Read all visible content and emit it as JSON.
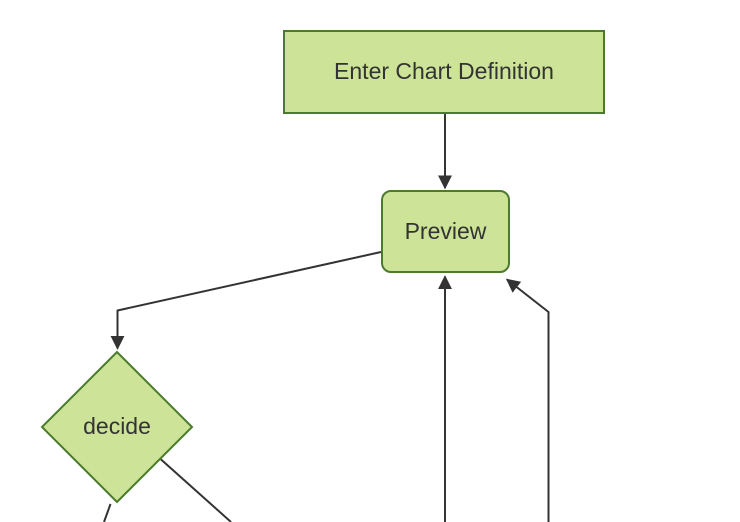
{
  "diagram": {
    "type": "flowchart",
    "orientation": "top-down",
    "nodes": [
      {
        "id": "enter-chart-definition",
        "label": "Enter Chart Definition",
        "shape": "rectangle"
      },
      {
        "id": "preview",
        "label": "Preview",
        "shape": "rounded-rectangle"
      },
      {
        "id": "decide",
        "label": "decide",
        "shape": "diamond"
      }
    ],
    "edges": [
      {
        "from": "enter-chart-definition",
        "to": "preview",
        "arrowhead": true
      },
      {
        "from": "preview",
        "to": "decide",
        "arrowhead": true
      },
      {
        "from": "offscreen-bottom",
        "to": "preview",
        "arrowhead": true
      },
      {
        "from": "offscreen-bottom-right",
        "to": "preview",
        "arrowhead": true
      },
      {
        "from": "decide",
        "to": "offscreen-bottom-left",
        "arrowhead": false
      },
      {
        "from": "decide",
        "to": "offscreen-bottom-right",
        "arrowhead": false
      }
    ],
    "colors": {
      "node_fill": "#cde498",
      "node_border": "#4c7a2e",
      "edge": "#333333",
      "label_text": "#333333",
      "background": "#ffffff"
    }
  }
}
